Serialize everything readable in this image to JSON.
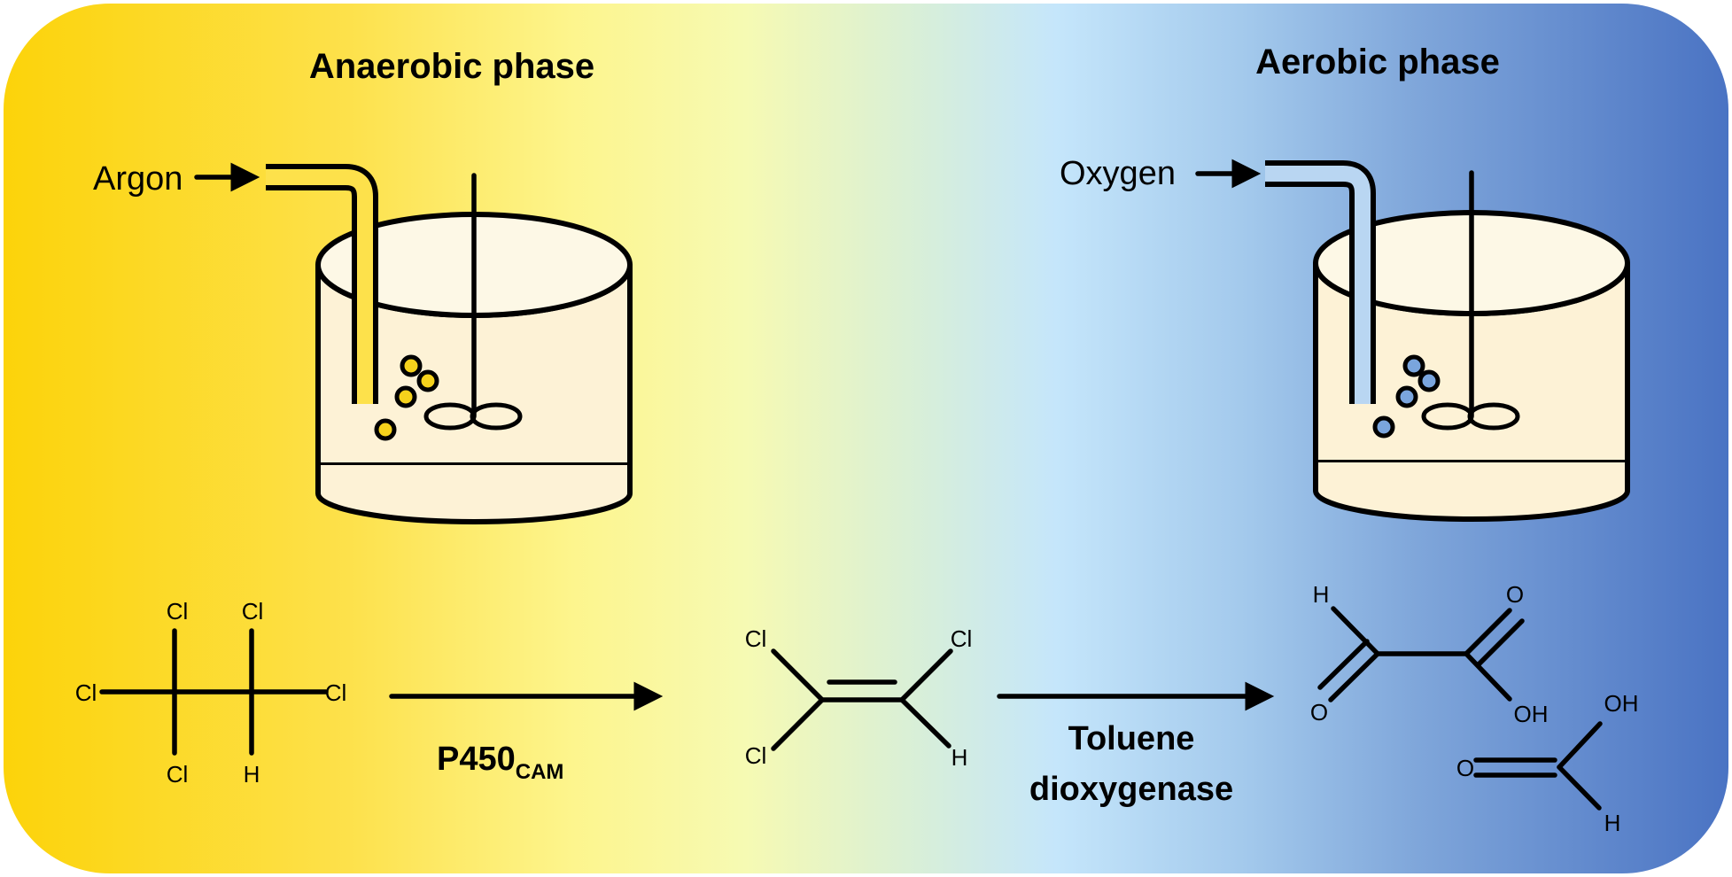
{
  "phases": {
    "anaerobic": {
      "title": "Anaerobic phase",
      "gas": "Argon",
      "bubble_color": "#f5d21c"
    },
    "aerobic": {
      "title": "Aerobic phase",
      "gas": "Oxygen",
      "bubble_color": "#7aa5dd"
    }
  },
  "colors": {
    "left": "#fcd30a",
    "middle": "#f6fab3",
    "right": "#4a73c3",
    "vessel": "#fdf2d6"
  },
  "molecules": {
    "tetrachloroethane": {
      "atoms": [
        "Cl",
        "Cl",
        "Cl",
        "Cl",
        "Cl",
        "H"
      ]
    },
    "trichloroethylene": {
      "atoms": [
        "Cl",
        "Cl",
        "Cl",
        "H"
      ]
    },
    "glyoxylic_acid": {
      "atoms": [
        "H",
        "O",
        "O",
        "OH"
      ]
    },
    "formic_acid": {
      "atoms": [
        "OH",
        "O",
        "H"
      ]
    }
  },
  "enzymes": {
    "first": {
      "name": "P450",
      "subscript": "CAM"
    },
    "second": {
      "line1": "Toluene",
      "line2": "dioxygenase"
    }
  }
}
